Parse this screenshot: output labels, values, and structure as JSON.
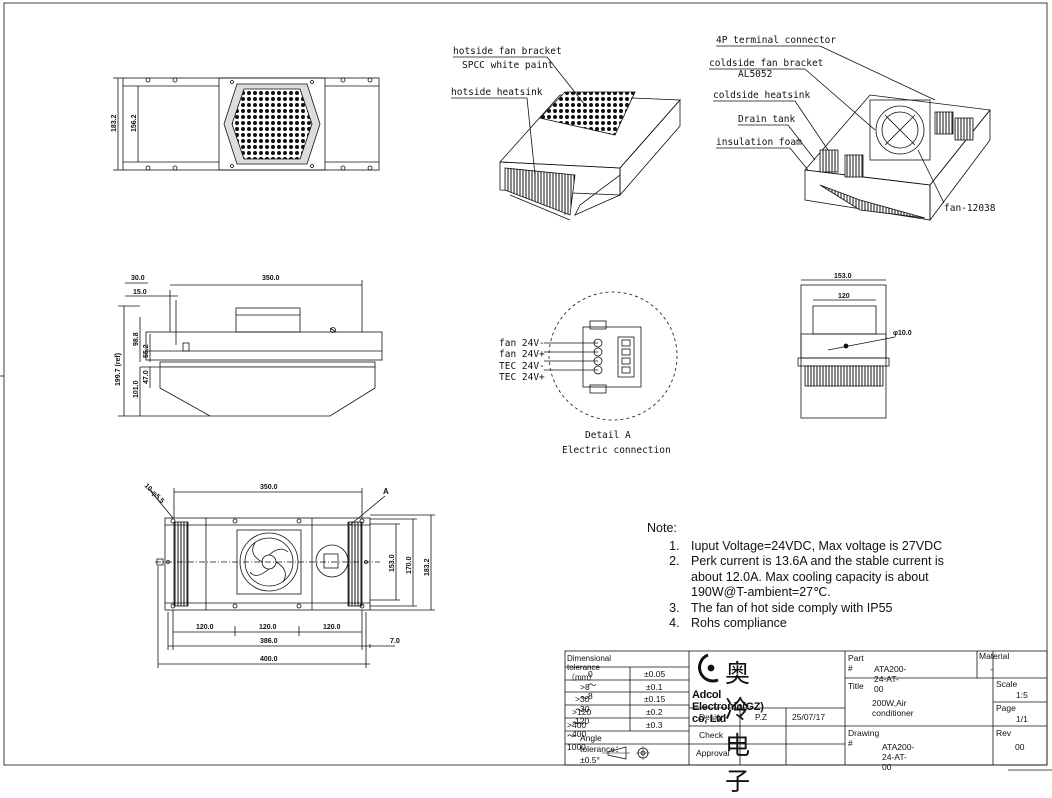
{
  "callouts": {
    "hot_bracket": "hotside fan bracket",
    "hot_bracket_mat": "SPCC white paint",
    "hot_heatsink": "hotside heatsink",
    "terminal": "4P terminal connector",
    "cold_bracket": "coldside fan bracket",
    "cold_bracket_mat": "AL5052",
    "cold_heatsink": "coldside heatsink",
    "drain": "Drain tank",
    "foam": "insulation foam",
    "fan": "fan-12038"
  },
  "dims": {
    "top_h1": "183.2",
    "top_h2": "156.2",
    "side_30": "30.0",
    "side_15": "15.0",
    "side_350": "350.0",
    "side_ref": "199.7 (ref)",
    "side_988": "98.8",
    "side_552": "55.2",
    "side_470": "47.0",
    "side_1010": "101.0",
    "end_153": "153.0",
    "end_120": "120",
    "end_phi": "φ10.0",
    "bot_hole": "10-φ5.5",
    "bot_350": "350.0",
    "bot_A": "A",
    "bot_153": "153.0",
    "bot_170": "170.0",
    "bot_1832": "183.2",
    "bot_120a": "120.0",
    "bot_120b": "120.0",
    "bot_120c": "120.0",
    "bot_386": "386.0",
    "bot_7": "7.0",
    "bot_400": "400.0"
  },
  "detail": {
    "pins": [
      "fan 24V-",
      "fan 24V+",
      "TEC 24V-",
      "TEC 24V+"
    ],
    "title": "Detail A",
    "subtitle": "Electric connection"
  },
  "note": {
    "title": "Note:",
    "items": [
      "Iuput Voltage=24VDC, Max voltage is 27VDC",
      "Perk current is 13.6A and the stable current is about 12.0A. Max cooling capacity is about 190W@T-ambient=27℃.",
      "The fan of hot side comply with IP55",
      "Rohs compliance"
    ]
  },
  "tolerance": {
    "header": "Dimensional tolerance（mm）",
    "rows": [
      [
        "0～8",
        "±0.05"
      ],
      [
        ">8～30",
        "±0.1"
      ],
      [
        ">30～120",
        "±0.15"
      ],
      [
        ">120～400",
        "±0.2"
      ],
      [
        ">400～1000",
        "±0.3"
      ]
    ],
    "angle": "Angle tolerance：±0.5°"
  },
  "company": {
    "cn_name": "奥冷电子",
    "en_name": "Adcol Electronic(GZ) co, Ltd"
  },
  "signoff": {
    "design_label": "Design",
    "design_by": "P.Z",
    "design_date": "25/07/17",
    "check_label": "Check",
    "approval_label": "Approval"
  },
  "part": {
    "part_label": "Part #",
    "part_no": "ATA200-24-AT-00",
    "material_label": "Material",
    "material": "-",
    "title_label": "Title",
    "title": "200W,Air conditioner",
    "scale_label": "Scale",
    "scale": "1:5",
    "page_label": "Page",
    "page": "1/1",
    "drawing_label": "Drawing #",
    "drawing_no": "ATA200-24-AT-00",
    "rev_label": "Rev",
    "rev": "00"
  }
}
